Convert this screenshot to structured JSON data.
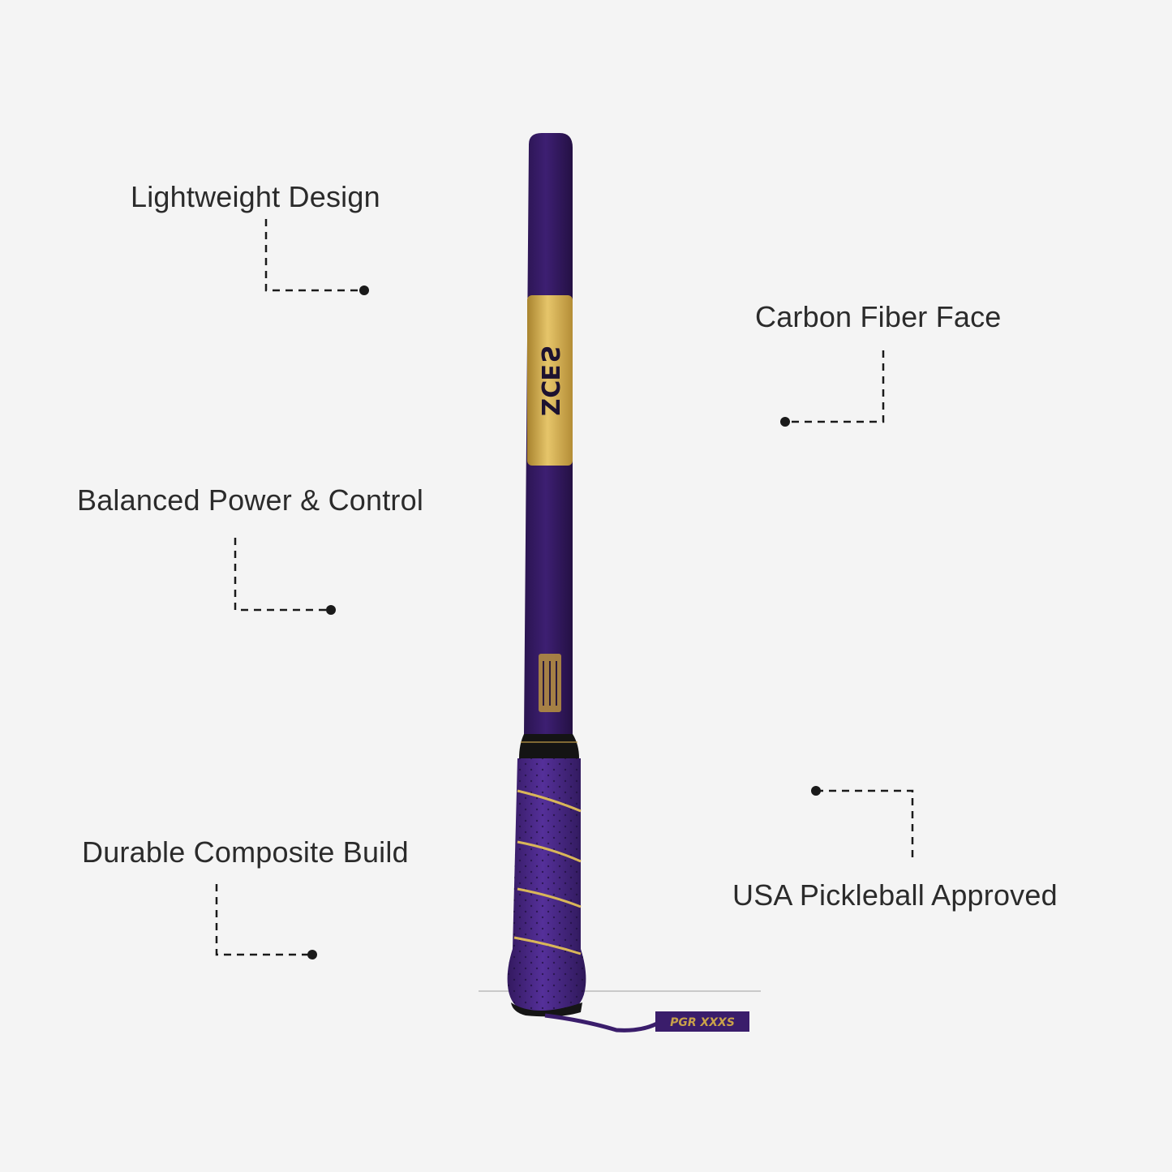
{
  "features": [
    {
      "id": "lightweight",
      "label": "Lightweight Design"
    },
    {
      "id": "carbon",
      "label": "Carbon Fiber Face"
    },
    {
      "id": "balanced",
      "label": "Balanced Power & Control"
    },
    {
      "id": "durable",
      "label": "Durable Composite Build"
    },
    {
      "id": "usa",
      "label": "USA Pickleball Approved"
    }
  ],
  "paddle": {
    "brand_mark": "ƧƎƆZ",
    "tag_text": "PGR XXXS",
    "colors": {
      "body": "#3a1d6b",
      "body_dark": "#26124a",
      "gold": "#c9a24a",
      "gold_light": "#e8c96a",
      "grip": "#4a2a86",
      "grip_dark": "#2e1858"
    }
  },
  "theme": {
    "background": "#f4f4f4",
    "text": "#2b2b2b",
    "connector": "#1a1a1a"
  }
}
